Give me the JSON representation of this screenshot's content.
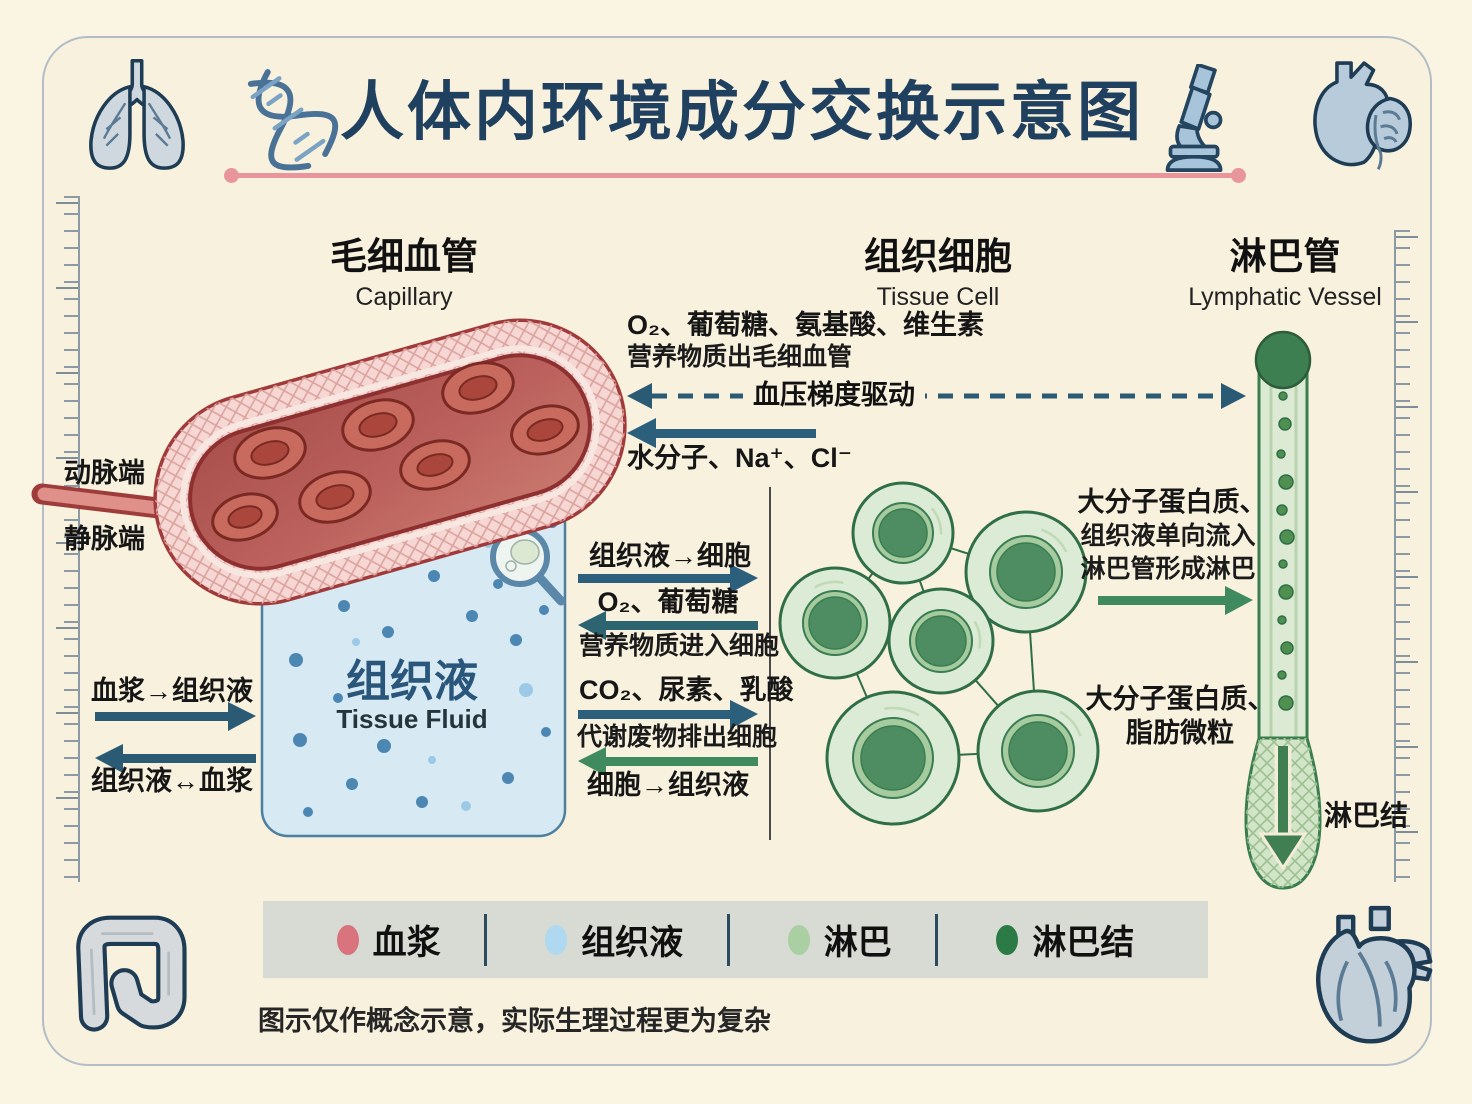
{
  "header": {
    "title": "人体内环境成分交换示意图",
    "left_icon": "dna-icon",
    "right_icon": "microscope-icon"
  },
  "columns": {
    "capillary": {
      "zh": "毛细血管",
      "en": "Capillary"
    },
    "tissue_cell": {
      "zh": "组织细胞",
      "en": "Tissue Cell"
    },
    "lymphatic_vessel": {
      "zh": "淋巴管",
      "en": "Lymphatic Vessel"
    }
  },
  "capillary": {
    "arterial_end": "动脉端",
    "venous_end": "静脉端"
  },
  "tissue_fluid": {
    "zh": "组织液",
    "en": "Tissue Fluid"
  },
  "exchanges": {
    "capillary_out": {
      "substances": "O₂、葡萄糖、氨基酸、维生素",
      "caption": "营养物质出毛细血管"
    },
    "pressure_driver": "血压梯度驱动",
    "capillary_in": {
      "substances": "水分子、Na⁺、Cl⁻"
    },
    "plasma_to_tissue": "血浆→组织液",
    "tissue_to_plasma": "组织液↔血浆",
    "tissue_to_cell": {
      "label": "组织液→细胞",
      "substances": "O₂、葡萄糖",
      "caption": "营养物质进入细胞"
    },
    "cell_to_tissue": {
      "substances": "CO₂、尿素、乳酸",
      "caption": "代谢废物排出细胞",
      "label": "细胞→组织液"
    },
    "into_lymph": {
      "line1": "大分子蛋白质、",
      "line2": "组织液单向流入",
      "line3": "淋巴管形成淋巴"
    },
    "lymph_contents": {
      "line1": "大分子蛋白质、",
      "line2": "脂肪微粒"
    },
    "lymph_node_label": "淋巴结"
  },
  "legend": {
    "items": [
      {
        "label": "血浆",
        "color": "#d9737d"
      },
      {
        "label": "组织液",
        "color": "#aed9f0"
      },
      {
        "label": "淋巴",
        "color": "#a9cfa2"
      },
      {
        "label": "淋巴结",
        "color": "#2c7a45"
      }
    ]
  },
  "footer": {
    "note": "图示仅作概念示意，实际生理过程更为复杂"
  },
  "colors": {
    "background": "#f8f1de",
    "title": "#20405f",
    "accent_divider": "#e8969b",
    "arrow_blue": "#2c5f7c",
    "arrow_green": "#3f8a5e",
    "capillary_wall": "#f6d7d4",
    "capillary_lumen": "#b65a57",
    "tissue_fluid_box": "#d7e9f3",
    "cell_fill": "#dcebd6",
    "cell_nucleus": "#4e8d62",
    "lymph_vessel": "#dcead3",
    "legend_bg": "#d8dbd4"
  }
}
